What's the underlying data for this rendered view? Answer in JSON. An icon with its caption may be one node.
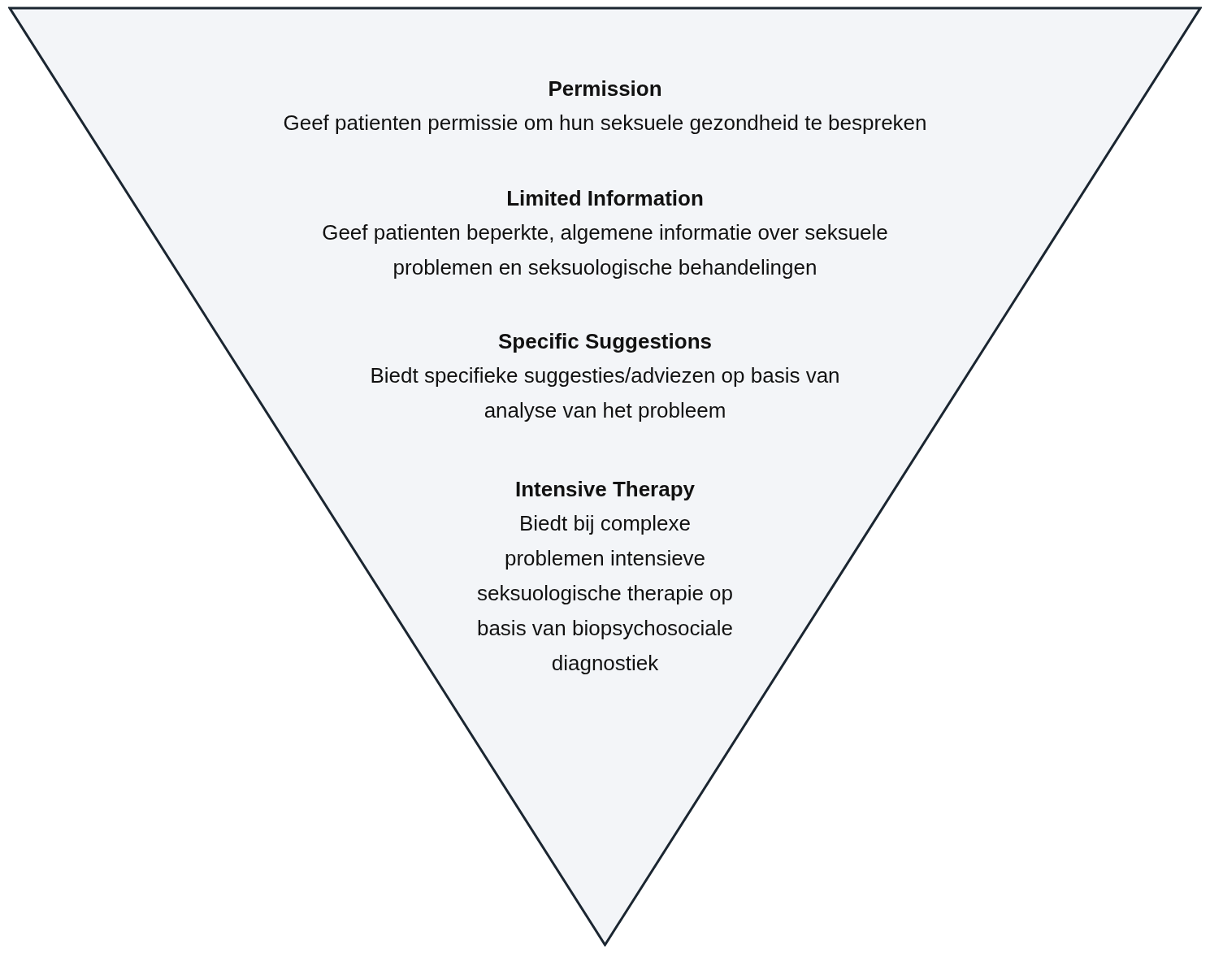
{
  "diagram": {
    "nodes": [
      {
        "text": [
          "Permission",
          "Geef patienten permissie om hun seksuele gezondheid te bespreken",
          "Limited Information",
          "Geef patienten beperkte, algemene informatie over seksuele problemen en seksuologische behandelingen",
          "Specific Suggestions",
          "Biedt specifieke suggesties/adviezen op basis van analyse van het probleem",
          "Intensive Therapy",
          "Biedt bij complexe problemen intensieve seksuologische therapie op basis van biopsychosociale diagnostiek"
        ]
      }
    ]
  }
}
